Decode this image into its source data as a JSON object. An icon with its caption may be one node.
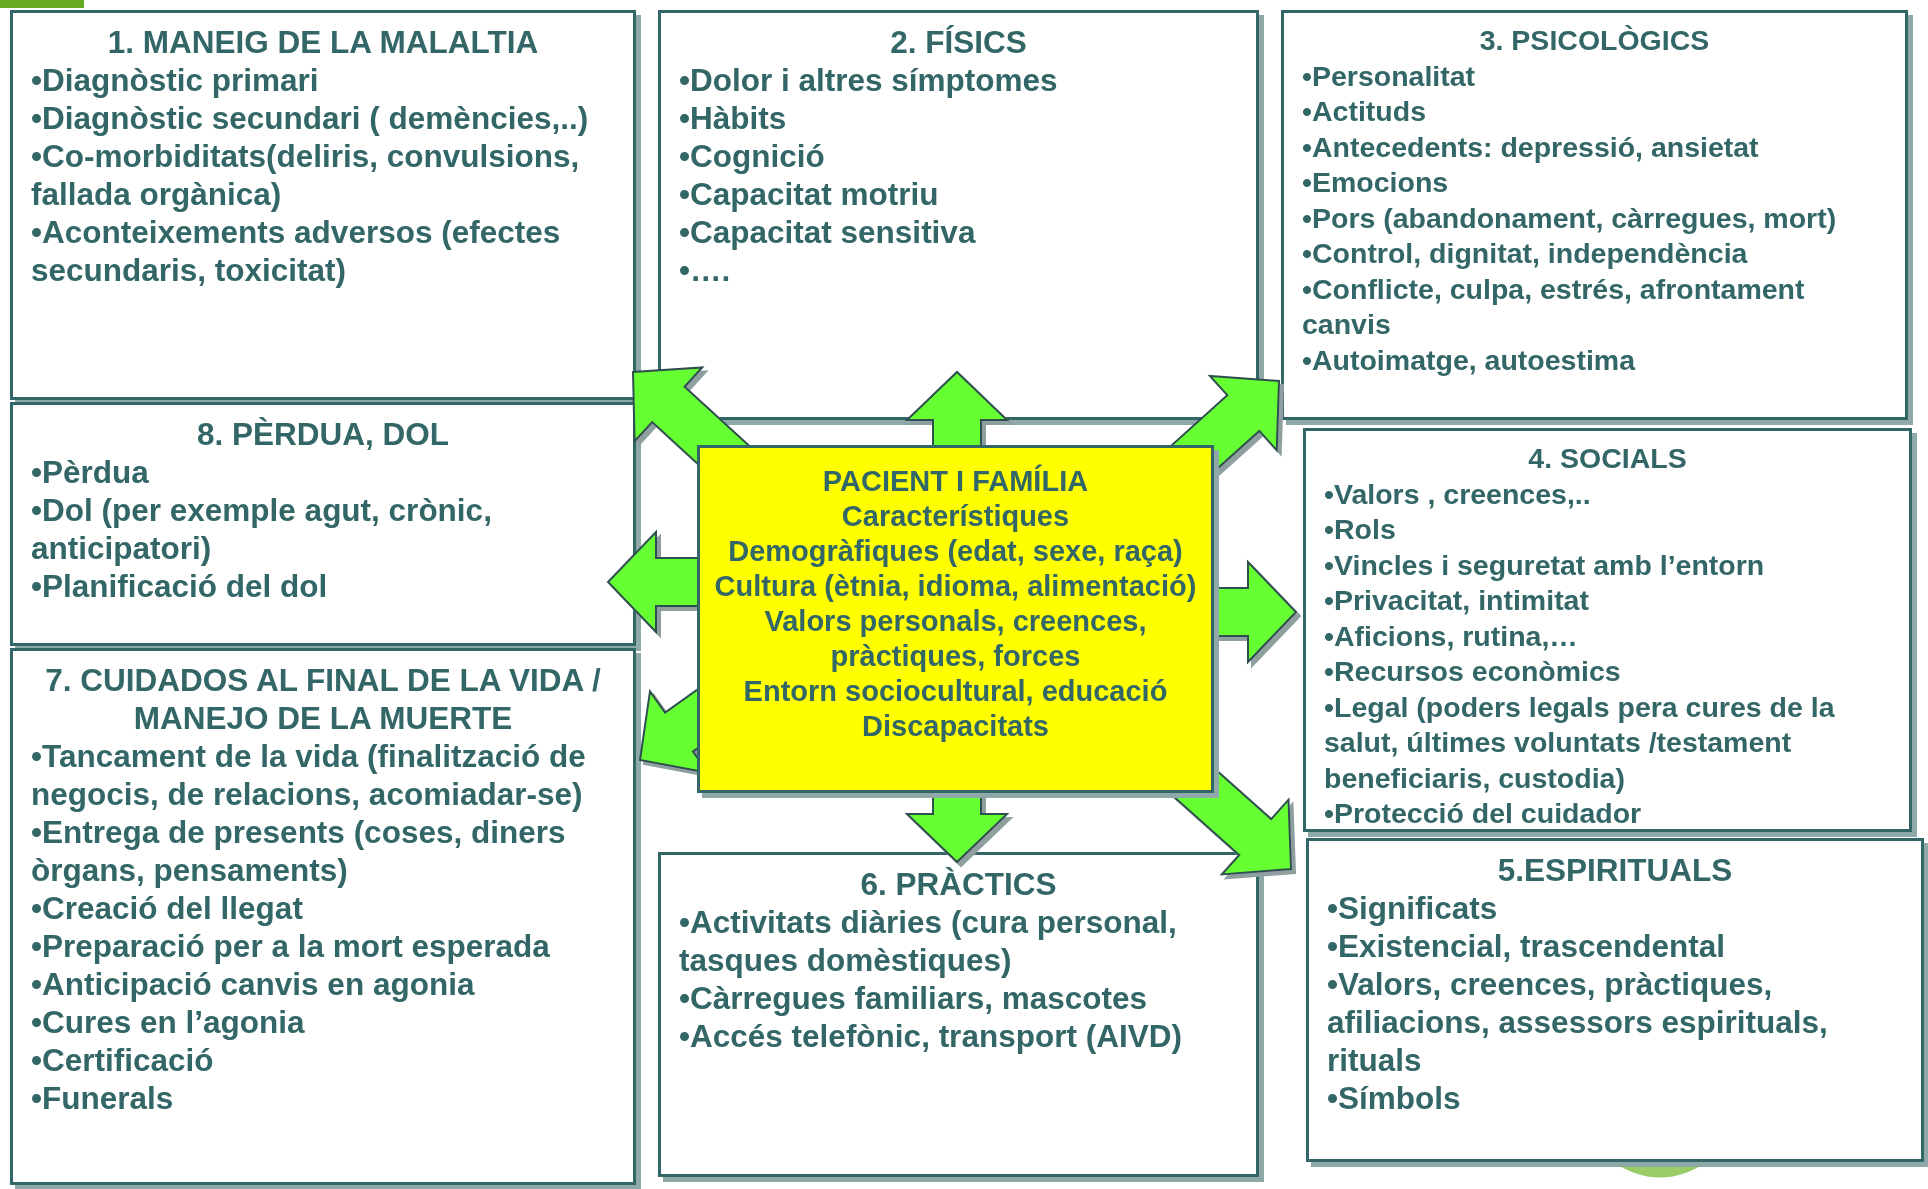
{
  "diagram": {
    "nodes": [
      {
        "text": [
          "1. MANEIG DE LA MALALTIA",
          "•Diagnòstic primari",
          "•Diagnòstic secundari ( demències,..)",
          "•Co-morbiditats(deliris, convulsions, fallada orgànica)",
          "•Aconteixements adversos (efectes secundaris, toxicitat)"
        ]
      },
      {
        "text": [
          "2. FÍSICS",
          "•Dolor i altres símptomes",
          "•Hàbits",
          "•Cognició",
          "•Capacitat motriu",
          "•Capacitat sensitiva",
          "•…."
        ]
      },
      {
        "text": [
          "3. PSICOLÒGICS",
          "•Personalitat",
          "•Actituds",
          "•Antecedents: depressió, ansietat",
          "•Emocions",
          "•Pors (abandonament, càrregues, mort)",
          "•Control, dignitat, independència",
          "•Conflicte, culpa, estrés, afrontament canvis",
          "•Autoimatge, autoestima"
        ]
      },
      {
        "text": [
          "8. PÈRDUA, DOL",
          "•Pèrdua",
          "•Dol (per exemple agut, crònic, anticipatori)",
          "•Planificació del dol"
        ]
      },
      {
        "text": [
          "PACIENT I FAMÍLIA",
          "Característiques",
          "Demogràfiques (edat, sexe, raça)",
          "Cultura (ètnia, idioma, alimentació)",
          "Valors personals, creences, pràctiques, forces",
          "Entorn sociocultural, educació",
          "Discapacitats"
        ]
      },
      {
        "text": [
          "4. SOCIALS",
          "•Valors , creences,..",
          "•Rols",
          "•Vincles i seguretat amb l’entorn",
          "•Privacitat, intimitat",
          "•Aficions, rutina,…",
          "•Recursos econòmics",
          "•Legal (poders legals pera cures de la salut, últimes voluntats /testament beneficiaris, custodia)",
          "•Protecció del cuidador"
        ]
      },
      {
        "text": [
          "7. CUIDADOS AL FINAL DE LA VIDA / MANEJO DE LA MUERTE",
          "•Tancament de la vida (finalització de negocis, de relacions, acomiadar-se)",
          "•Entrega de presents (coses, diners òrgans, pensaments)",
          "•Creació del llegat",
          "•Preparació per a la mort esperada",
          "•Anticipació canvis en agonia",
          "•Cures en l’agonia",
          "•Certificació",
          "•Funerals"
        ]
      },
      {
        "text": [
          "6. PRÀCTICS",
          "•Activitats diàries (cura personal, tasques domèstiques)",
          "•Càrregues familiars, mascotes",
          "•Accés  telefònic, transport (AIVD)"
        ]
      },
      {
        "text": [
          "5.ESPIRITUALS",
          "•Significats",
          "•Existencial, trascendental",
          "•Valors, creences, pràctiques, afiliacions, assessors espirituals, rituals",
          "•Símbols"
        ]
      }
    ],
    "edges": [
      {
        "from": 4,
        "to": 0,
        "arrow": "to"
      },
      {
        "from": 4,
        "to": 1,
        "arrow": "to"
      },
      {
        "from": 4,
        "to": 2,
        "arrow": "to"
      },
      {
        "from": 4,
        "to": 3,
        "arrow": "to"
      },
      {
        "from": 4,
        "to": 5,
        "arrow": "to"
      },
      {
        "from": 4,
        "to": 6,
        "arrow": "to"
      },
      {
        "from": 4,
        "to": 7,
        "arrow": "to"
      },
      {
        "from": 4,
        "to": 8,
        "arrow": "to"
      }
    ]
  }
}
